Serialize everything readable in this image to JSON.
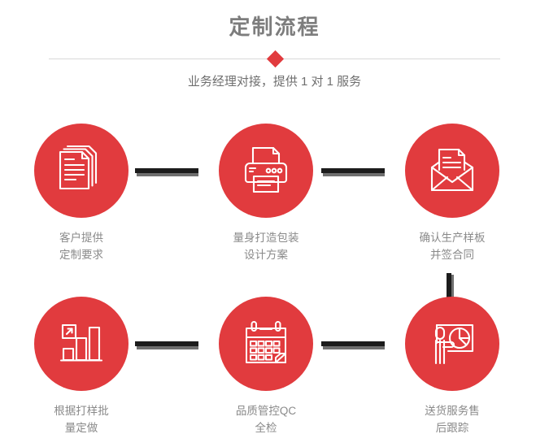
{
  "header": {
    "title": "定制流程",
    "subtitle": "业务经理对接，提供 1 对 1 服务",
    "diamond_icon": "diamond-marker",
    "accent_color": "#e13b3e",
    "title_color": "#7d7d7d",
    "divider_color": "#d8d8d8"
  },
  "flow": {
    "connector_color": "#1c1c1c",
    "connector_shadow_color": "#6f6f6f",
    "rows": [
      {
        "row_name": "row-top",
        "steps": [
          {
            "index": 1,
            "icon": "documents-icon",
            "label": "客户提供\n定制要求"
          },
          {
            "index": 2,
            "icon": "printer-icon",
            "label": "量身打造包装\n设计方案"
          },
          {
            "index": 3,
            "icon": "envelope-letter-icon",
            "label": "确认生产样板\n并签合同"
          }
        ],
        "connectors": [
          "horizontal-bar",
          "horizontal-bar"
        ]
      },
      {
        "row_name": "row-bottom",
        "steps": [
          {
            "index": 4,
            "icon": "bar-chart-growth-icon",
            "label": "根据打样批\n量定做"
          },
          {
            "index": 5,
            "icon": "calendar-icon",
            "label": "品质管控QC\n全检"
          },
          {
            "index": 6,
            "icon": "presenter-pie-chart-icon",
            "label": "送货服务售\n后跟踪"
          }
        ],
        "connectors": [
          "horizontal-bar",
          "horizontal-bar"
        ]
      }
    ],
    "vertical_connector": "vertical-bar"
  }
}
